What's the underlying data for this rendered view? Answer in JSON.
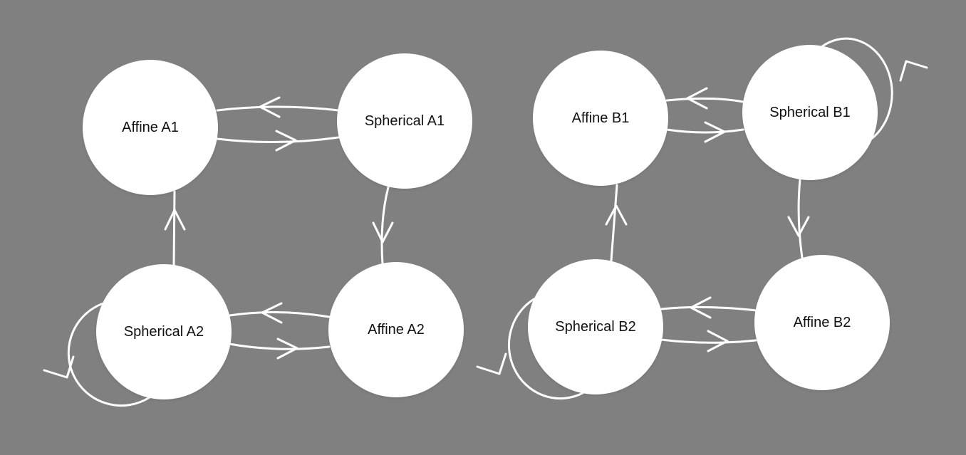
{
  "nodes": {
    "affine_a1": "Affine A1",
    "spherical_a1": "Spherical A1",
    "spherical_a2": "Spherical A2",
    "affine_a2": "Affine A2",
    "affine_b1": "Affine B1",
    "spherical_b1": "Spherical B1",
    "spherical_b2": "Spherical B2",
    "affine_b2": "Affine B2"
  },
  "edges": [
    {
      "from": "spherical_a1",
      "to": "affine_a1"
    },
    {
      "from": "affine_a1",
      "to": "spherical_a1"
    },
    {
      "from": "spherical_a1",
      "to": "affine_a2"
    },
    {
      "from": "spherical_a2",
      "to": "affine_a1"
    },
    {
      "from": "affine_a2",
      "to": "spherical_a2"
    },
    {
      "from": "spherical_a2",
      "to": "affine_a2"
    },
    {
      "from": "spherical_a2",
      "to": "spherical_a2"
    },
    {
      "from": "spherical_b1",
      "to": "affine_b1"
    },
    {
      "from": "affine_b1",
      "to": "spherical_b1"
    },
    {
      "from": "spherical_b1",
      "to": "spherical_b1"
    },
    {
      "from": "spherical_b1",
      "to": "affine_b2"
    },
    {
      "from": "spherical_b2",
      "to": "affine_b1"
    },
    {
      "from": "affine_b2",
      "to": "spherical_b2"
    },
    {
      "from": "spherical_b2",
      "to": "affine_b2"
    },
    {
      "from": "spherical_b2",
      "to": "spherical_b2"
    }
  ],
  "colors": {
    "background": "#808080",
    "node_fill": "#ffffff",
    "edge_stroke": "#ffffff",
    "text": "#111111"
  }
}
